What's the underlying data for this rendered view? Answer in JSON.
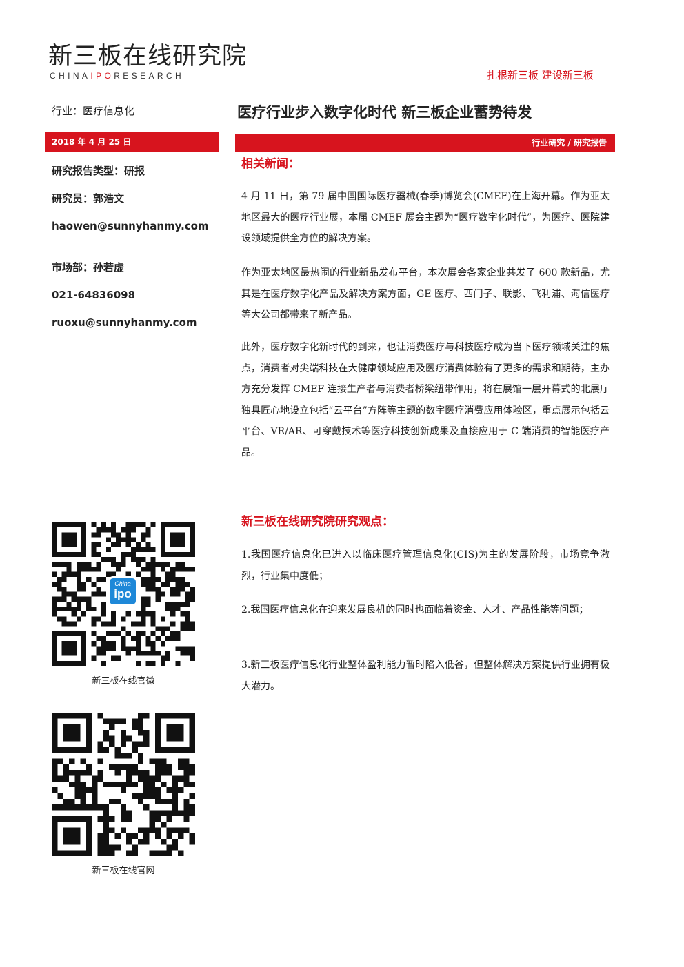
{
  "header": {
    "logo_cn": "新三板在线研究院",
    "logo_en_pre": "CHINA",
    "logo_en_ipo": "IPO",
    "logo_en_post": "RESEARCH",
    "slogan": "扎根新三板 建设新三板"
  },
  "sidebar": {
    "industry": "行业：医疗信息化",
    "date": "2018 年 4 月 25 日",
    "report_type": "研究报告类型：研报",
    "researcher": "研究员：郭浩文",
    "researcher_email": "haowen@sunnyhanmy.com",
    "market": "市场部：孙若虚",
    "phone": "021-64836098",
    "market_email": "ruoxu@sunnyhanmy.com"
  },
  "main": {
    "title": "医疗行业步入数字化时代 新三板企业蓄势待发",
    "category": "行业研究 / 研究报告",
    "news_title": "相关新闻：",
    "news_paragraphs": [
      "4 月 11 日，第 79 届中国国际医疗器械(春季)博览会(CMEF)在上海开幕。作为亚太地区最大的医疗行业展，本届 CMEF 展会主题为“医疗数字化时代”，为医疗、医院建设领域提供全方位的解决方案。",
      "作为亚太地区最热闹的行业新品发布平台，本次展会各家企业共发了 600 款新品，尤其是在医疗数字化产品及解决方案方面，GE 医疗、西门子、联影、飞利浦、海信医疗等大公司都带来了新产品。",
      "此外，医疗数字化新时代的到来，也让消费医疗与科技医疗成为当下医疗领域关注的焦点，消费者对尖端科技在大健康领域应用及医疗消费体验有了更多的需求和期待，主办方充分发挥 CMEF 连接生产者与消费者桥梁纽带作用，将在展馆一层开幕式的北展厅独具匠心地设立包括“云平台”方阵等主题的数字医疗消费应用体验区，重点展示包括云平台、VR/AR、可穿戴技术等医疗科技创新成果及直接应用于 C 端消费的智能医疗产品。"
    ],
    "views_title": "新三板在线研究院研究观点：",
    "views_paragraphs": [
      "1.我国医疗信息化已进入以临床医疗管理信息化(CIS)为主的发展阶段，市场竞争激烈，行业集中度低；",
      "2.我国医疗信息化在迎来发展良机的同时也面临着资金、人才、产品性能等问题；",
      "3.新三板医疗信息化行业整体盈利能力暂时陷入低谷，但整体解决方案提供行业拥有极大潜力。"
    ]
  },
  "qr": {
    "badge_line1": "China",
    "badge_line2": "ipo",
    "caption_1": "新三板在线官微",
    "caption_2": "新三板在线官网"
  },
  "colors": {
    "accent": "#d7141e",
    "badge": "#1e88d8"
  }
}
